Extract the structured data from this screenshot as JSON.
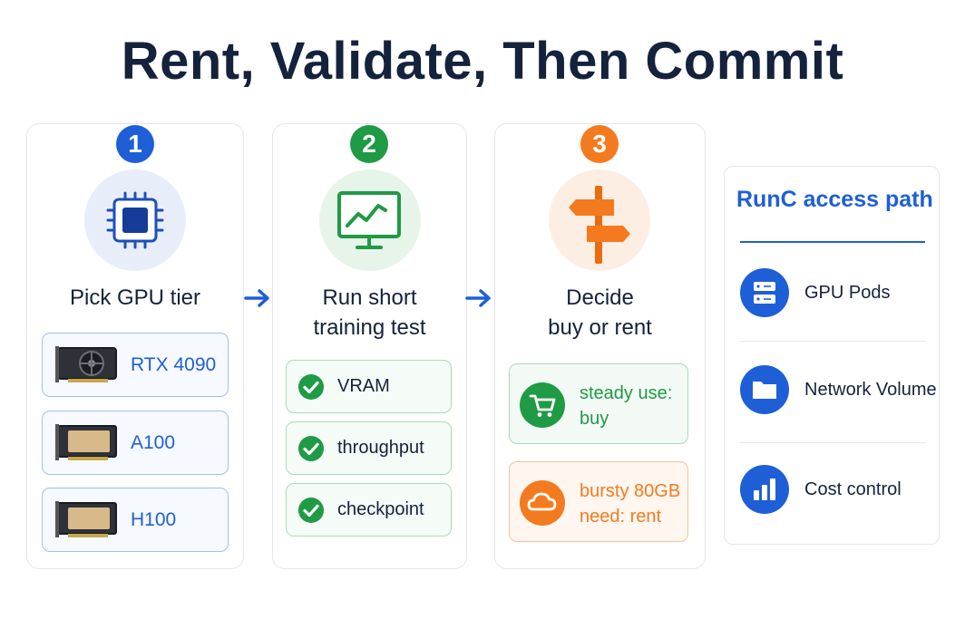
{
  "title": "Rent, Validate, Then Commit",
  "colors": {
    "blue": "#1e5fd8",
    "green": "#1f9a45",
    "orange": "#f47a1f",
    "dark_text": "#15223b"
  },
  "steps": [
    {
      "number": "1",
      "icon": "cpu-chip-icon",
      "label": "Pick GPU tier",
      "options": [
        {
          "icon": "gpu-card-fan-icon",
          "name": "RTX 4090"
        },
        {
          "icon": "gpu-card-icon",
          "name": "A100"
        },
        {
          "icon": "gpu-card-icon",
          "name": "H100"
        }
      ]
    },
    {
      "number": "2",
      "icon": "monitor-chart-icon",
      "label_line1": "Run short",
      "label_line2": "training test",
      "checks": [
        {
          "icon": "check-circle-icon",
          "text": "VRAM"
        },
        {
          "icon": "check-circle-icon",
          "text": "throughput"
        },
        {
          "icon": "check-circle-icon",
          "text": "checkpoint"
        }
      ]
    },
    {
      "number": "3",
      "icon": "signpost-icon",
      "label_line1": "Decide",
      "label_line2": "buy or rent",
      "outcomes": [
        {
          "icon": "shopping-cart-icon",
          "line1": "steady use:",
          "line2": "buy"
        },
        {
          "icon": "cloud-icon",
          "line1": "bursty 80GB",
          "line2": "need: rent"
        }
      ]
    }
  ],
  "sidebar": {
    "title": "RunC access path",
    "items": [
      {
        "icon": "server-icon",
        "label": "GPU Pods"
      },
      {
        "icon": "folder-icon",
        "label": "Network Volume"
      },
      {
        "icon": "bar-chart-icon",
        "label": "Cost control"
      }
    ]
  }
}
